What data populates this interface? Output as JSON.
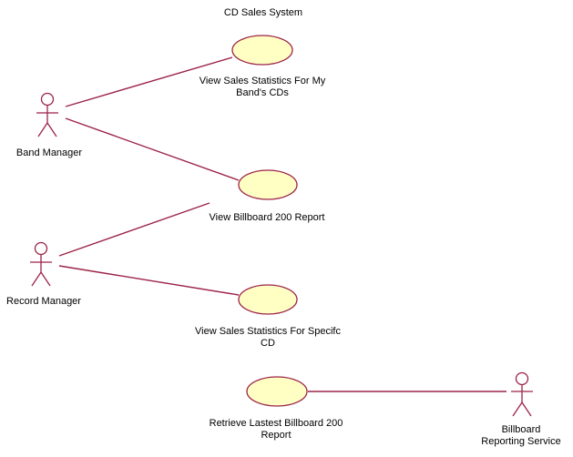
{
  "diagram": {
    "title": "CD Sales System",
    "actors": [
      {
        "id": "band-manager",
        "label": "Band Manager"
      },
      {
        "id": "record-manager",
        "label": "Record Manager"
      },
      {
        "id": "billboard-reporting-service",
        "label_line1": "Billboard",
        "label_line2": "Reporting Service"
      }
    ],
    "use_cases": [
      {
        "id": "view-sales-my-band",
        "label_line1": "View Sales Statistics For My",
        "label_line2": "Band's CDs"
      },
      {
        "id": "view-billboard-200",
        "label_line1": "View Billboard 200 Report"
      },
      {
        "id": "view-sales-specific-cd",
        "label_line1": "View Sales Statistics For Specifc",
        "label_line2": "CD"
      },
      {
        "id": "retrieve-billboard-200",
        "label_line1": "Retrieve Lastest Billboard 200",
        "label_line2": "Report"
      }
    ],
    "associations": [
      {
        "actor": "band-manager",
        "use_case": "view-sales-my-band"
      },
      {
        "actor": "band-manager",
        "use_case": "view-billboard-200"
      },
      {
        "actor": "record-manager",
        "use_case": "view-billboard-200"
      },
      {
        "actor": "record-manager",
        "use_case": "view-sales-specific-cd"
      },
      {
        "actor": "billboard-reporting-service",
        "use_case": "retrieve-billboard-200"
      }
    ],
    "colors": {
      "line": "#9c2348",
      "use_case_fill": "#ffffc4",
      "background": "#ffffff"
    }
  }
}
